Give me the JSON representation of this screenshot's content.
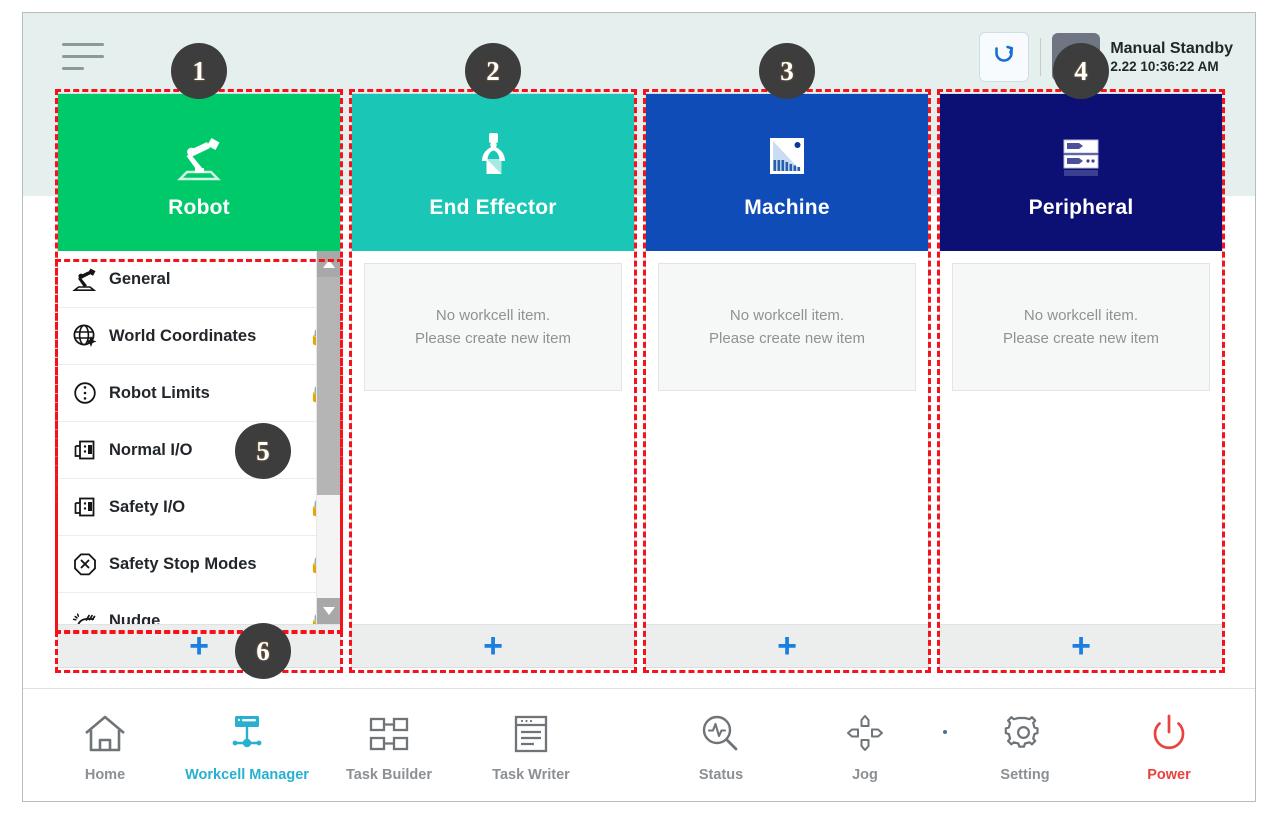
{
  "app": {
    "title": "Workcell Manager"
  },
  "header": {
    "menu_icon": "hamburger-menu-icon",
    "reboot_icon": "reboot-arrow-icon",
    "mode_icon": "manual-hand-icon",
    "status_mode": "Manual Standby",
    "status_datetime": "2.22 10:36:22 AM"
  },
  "cards": [
    {
      "key": "robot",
      "title": "Robot",
      "icon": "robot-arm-icon",
      "color": "#00c96a",
      "add_label": "+",
      "type": "list"
    },
    {
      "key": "end_effector",
      "title": "End Effector",
      "icon": "gripper-icon",
      "color": "#1ac6b6",
      "add_label": "+",
      "type": "empty",
      "empty_line1": "No workcell item.",
      "empty_line2": "Please create new item"
    },
    {
      "key": "machine",
      "title": "Machine",
      "icon": "machine-icon",
      "color": "#0f4cb8",
      "add_label": "+",
      "type": "empty",
      "empty_line1": "No workcell item.",
      "empty_line2": "Please create new item"
    },
    {
      "key": "peripheral",
      "title": "Peripheral",
      "icon": "server-rack-icon",
      "color": "#0c0f73",
      "add_label": "+",
      "type": "empty",
      "empty_line1": "No workcell item.",
      "empty_line2": "Please create new item"
    }
  ],
  "robot_list": {
    "items": [
      {
        "label": "General",
        "icon": "robot-arm-icon",
        "locked": false,
        "lock_glyph": ""
      },
      {
        "label": "World Coordinates",
        "icon": "globe-axis-icon",
        "locked": true,
        "lock_glyph": "🔒"
      },
      {
        "label": "Robot Limits",
        "icon": "limits-circle-icon",
        "locked": true,
        "lock_glyph": "🔒"
      },
      {
        "label": "Normal I/O",
        "icon": "io-port-icon",
        "locked": false,
        "lock_glyph": ""
      },
      {
        "label": "Safety I/O",
        "icon": "io-port-icon",
        "locked": true,
        "lock_glyph": "🔒"
      },
      {
        "label": "Safety Stop Modes",
        "icon": "octagon-x-icon",
        "locked": true,
        "lock_glyph": "🔒"
      },
      {
        "label": "Nudge",
        "icon": "nudge-hand-icon",
        "locked": true,
        "lock_glyph": "🔒"
      }
    ],
    "scroll_up_icon": "scroll-up-arrow-icon",
    "scroll_down_icon": "scroll-down-arrow-icon"
  },
  "navbar": {
    "left": [
      {
        "label": "Home",
        "icon": "home-icon",
        "active": false
      },
      {
        "label": "Workcell Manager",
        "icon": "workcell-manager-icon",
        "active": true
      },
      {
        "label": "Task Builder",
        "icon": "task-builder-icon",
        "active": false
      },
      {
        "label": "Task Writer",
        "icon": "task-writer-icon",
        "active": false
      }
    ],
    "right": [
      {
        "label": "Status",
        "icon": "status-scope-icon",
        "active": false
      },
      {
        "label": "Jog",
        "icon": "jog-dpad-icon",
        "active": false
      },
      {
        "label": "Setting",
        "icon": "gear-icon",
        "active": false
      },
      {
        "label": "Power",
        "icon": "power-icon",
        "active": false
      }
    ]
  },
  "annotations": [
    {
      "number": "1"
    },
    {
      "number": "2"
    },
    {
      "number": "3"
    },
    {
      "number": "4"
    },
    {
      "number": "5"
    },
    {
      "number": "6"
    }
  ],
  "colors": {
    "accent_blue": "#1a7fe0",
    "active_nav": "#27b0cf",
    "power_red": "#e8433f",
    "annotation_red": "#f5121a",
    "badge_gray": "#3d3d3d"
  }
}
